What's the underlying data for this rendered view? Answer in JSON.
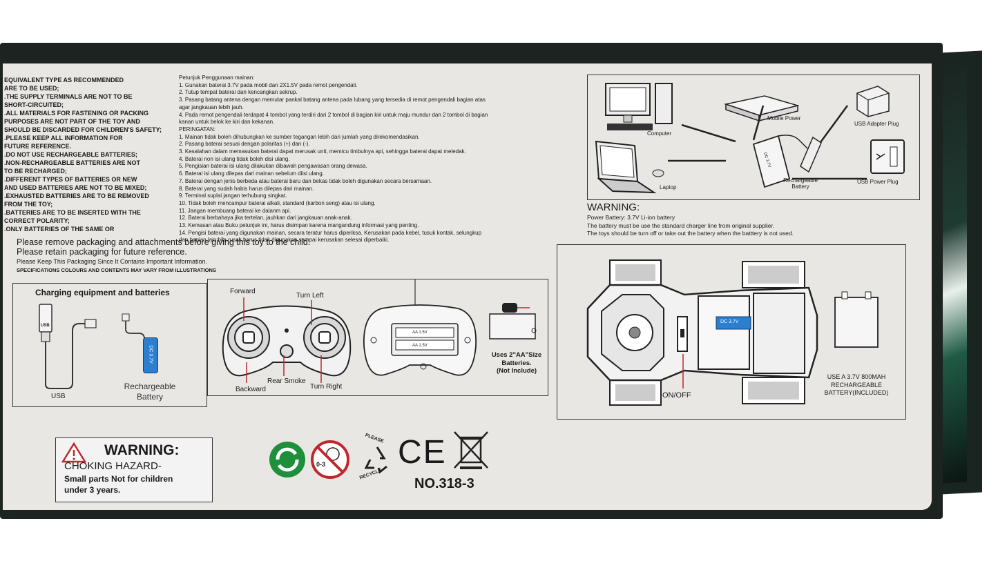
{
  "left_text": [
    "EQUIVALENT TYPE AS RECOMMENDED",
    "ARE TO BE USED;",
    ".THE SUPPLY TERMINALS ARE NOT TO BE",
    "SHORT-CIRCUITED;",
    ".ALL MATERIALS FOR FASTENING OR PACKING",
    "PURPOSES ARE NOT PART OF THE TOY AND",
    "SHOULD BE DISCARDED FOR CHILDREN'S SAFETY;",
    ".PLEASE KEEP ALL INFORMATION FOR",
    "FUTURE REFERENCE.",
    ".DO NOT USE RECHARGEABLE BATTERIES;",
    ".NON-RECHARGEABLE BATTERIES ARE NOT",
    "TO BE RECHARGED;",
    ".DIFFERENT TYPES OF BATTERIES OR NEW",
    "AND USED BATTERIES ARE NOT TO BE MIXED;",
    ".EXHAUSTED BATTERIES ARE TO BE REMOVED",
    "FROM THE TOY;",
    ".BATTERIES ARE TO BE INSERTED WITH THE",
    "CORRECT POLARITY;",
    ".ONLY BATTERIES OF THE SAME OR"
  ],
  "indonesian": {
    "title": "Petunjuk Penggunaan mainan:",
    "steps": [
      "1. Gunakan baterai 3.7V pada mobil dan 2X1.5V pada remot pengendali.",
      "2. Tutup tempat baterai dan kencangkan sekrup.",
      "3. Pasang batang antena dengan memutar pankal batang antena pada lubang yang tersedia di remot pengendali bagian atas",
      "agar jangkauan lebih jauh.",
      "4. Pada remot pengendali terdapat 4 tombol yang terdiri dari 2 tombol di bagian kiri untuk maju mundur dan 2 tombol di bagian",
      "kanan untuk belok ke kiri dan kekanan."
    ],
    "warning_title": "PERINGATAN:",
    "warnings": [
      "1. Mainan tidak boleh dihubungkan ke sumber tegangan lebih dari jumlah yang direkomendasikan.",
      "2. Pasang baterai sesuai dengan polaritas (+) dan (-).",
      "3. Kesalahan dalam memasukan baterai dapat merusak unit, memicu timbulnya api, sehingga baterai dapat meledak.",
      "4. Baterai non isi ulang tidak boleh disi ulang.",
      "5. Pengisian baterai isi ulang dilakukan dibawah pengawasan orang dewasa.",
      "6. Baterai isi ulang dilepas dari mainan sebelum diisi ulang.",
      "7. Baterai dengan jenis berbeda atau baterai baru dan bekas tidak boleh digunakan secara bersamaan.",
      "8. Baterai yang sudah habis harus dilepas dari mainan.",
      "9. Terminal suplai jangan terhubung singkat.",
      "10. Tidak boleh mencampur baterai alkali, standard (karbon seng) atau isi ulang.",
      "11. Jangan membuang baterai ke dalanm api.",
      "12. Baterai berbahaya jika tertelan, jauhkan dari jangkauan anak-anak.",
      "13. Kemasan atau Buku petunjuk ini, harus disimpan karena mangandung informasi yang penting.",
      "14. Pengisi baterai yang digunakan mainan, secara teratur harus diperiksa. Kerusakan pada kebel, tusuk kontak, selungkup",
      "dan bagian lain bila rusak harus tidak digunakan sampai kerusakan selesai diperbaiki."
    ]
  },
  "packaging": {
    "line1": "Please remove packaging and attachments before giving this toy to the child.",
    "line2": "Please retain packaging for future reference.",
    "line3": "Please Keep This Packaging Since It Contains Important Information.",
    "line4": "SPECIFICATIONS COLOURS AND CONTENTS MAY VARY FROM ILLUSTRATIONS"
  },
  "charging": {
    "title": "Charging equipment and batteries",
    "usb_label": "USB",
    "usb_plug_text": "USB",
    "battery_text": "DC 3.7V",
    "battery_label": [
      "Rechargeable",
      "Battery"
    ]
  },
  "remote": {
    "forward": "Forward",
    "turn_left": "Turn Left",
    "backward": "Backward",
    "rear_smoke": "Rear Smoke",
    "turn_right": "Turn Right",
    "aa_1": "AA 1.5V",
    "aa_2": "AA 1.5V",
    "uses_aa": [
      "Uses 2\"AA\"Size",
      "Batteries.",
      "(Not Include)"
    ]
  },
  "devices": {
    "computer": "Computer",
    "mobile_power": "Mobile Power",
    "usb_adapter": "USB Adapter Plug",
    "laptop": "Laptop",
    "rechargeable": [
      "Rechargeable",
      "Battery"
    ],
    "usb_power_plug": "USB Power Plug",
    "battery_text": "DC 3.7V"
  },
  "warning_right": {
    "title": "WARNING:",
    "line1": "Power Battery: 3.7V Li-ion battery",
    "line2": "The battery must be use the standard charger line from original supplier.",
    "line3": "The toys should be turn off or take out the battery when the batttery is not used."
  },
  "car": {
    "battery_text": "DC 3.7V",
    "on_off": "ON/OFF",
    "use_battery": [
      "USE A 3.7V 800MAH",
      "RECHARGEABLE",
      "BATTERY(INCLUDED)"
    ]
  },
  "choking": {
    "title": "WARNING:",
    "line1": "CHOKING HAZARD-",
    "line2": "Small parts Not for children",
    "line3": "under 3 years."
  },
  "symbols": {
    "age": "0-3",
    "recycle_top": "PLEASE",
    "recycle_bottom": "RECYCLE",
    "ce": "CE"
  },
  "model_number": "NO.318-3",
  "colors": {
    "panel": "#e9e7e4",
    "box_dark": "#1d2320",
    "battery_blue": "#2a7fd0",
    "green_dot": "#1e8f3a",
    "warning_red": "#c0262b"
  }
}
